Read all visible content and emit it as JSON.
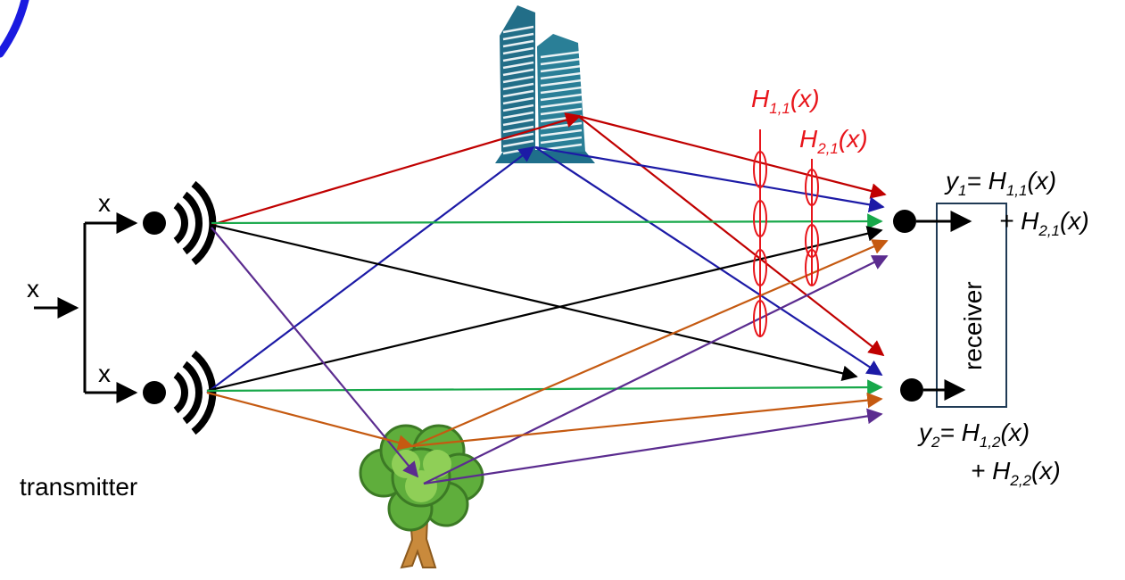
{
  "transmitter": {
    "label": "transmitter",
    "input_label": "x",
    "top_branch_label": "x",
    "bottom_branch_label": "x"
  },
  "receiver": {
    "label": "receiver",
    "y1": {
      "name": "y",
      "sub": "1",
      "eq": "= H",
      "term1_sub": "1,1",
      "term1_arg": "(x)",
      "plus": "+ H",
      "term2_sub": "2,1",
      "term2_arg": "(x)"
    },
    "y2": {
      "name": "y",
      "sub": "2",
      "eq": "= H",
      "term1_sub": "1,2",
      "term1_arg": "(x)",
      "plus": "+ H",
      "term2_sub": "2,2",
      "term2_arg": "(x)"
    }
  },
  "channel_labels": {
    "h11": {
      "H": "H",
      "sub": "1,1",
      "arg": "(x)"
    },
    "h21": {
      "H": "H",
      "sub": "2,1",
      "arg": "(x)"
    }
  },
  "scatterers": {
    "building": "building-icon",
    "tree": "tree-icon"
  },
  "colors": {
    "red": "#c00000",
    "blue": "#1c1aa6",
    "green": "#18a84a",
    "black": "#000000",
    "orange": "#c55a11",
    "purple": "#5b2c8f",
    "label_red": "#e8151b",
    "corner_stroke": "#1a1ae0"
  }
}
